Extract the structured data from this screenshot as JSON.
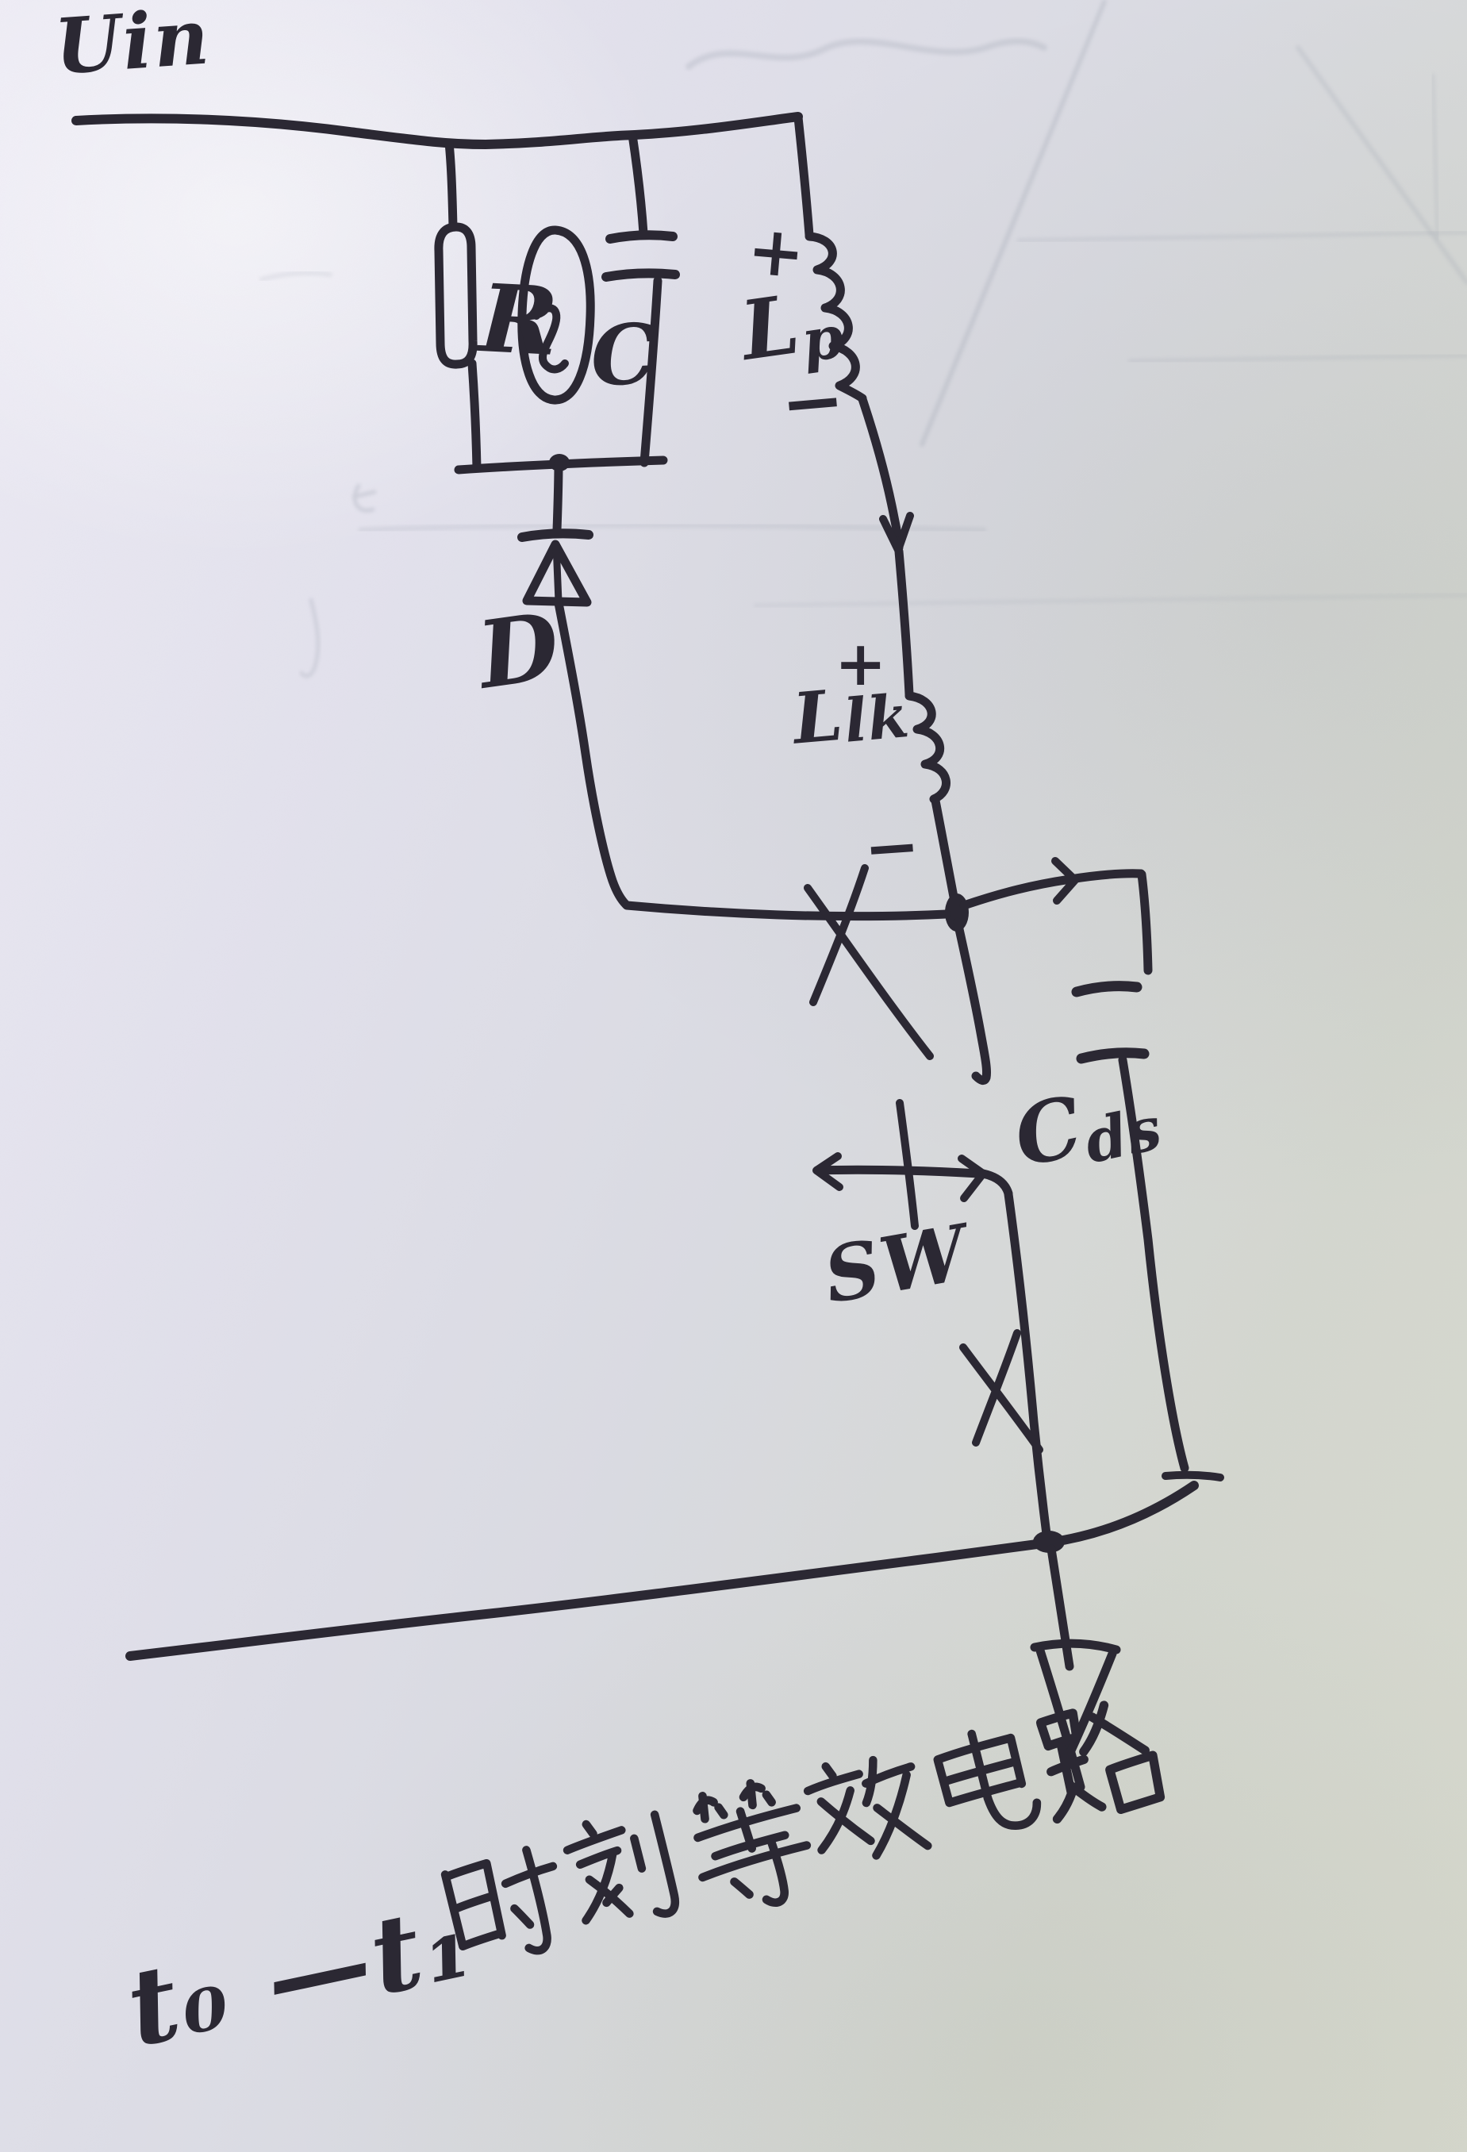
{
  "source": {
    "label": "Uin"
  },
  "components": {
    "resistor": {
      "label": "R"
    },
    "snubber_cap": {
      "label": "C"
    },
    "primary_inductor": {
      "label_base": "L",
      "label_sub": "p",
      "plus": "+",
      "minus": "−"
    },
    "leakage_inductor": {
      "label_base": "L",
      "label_sub": "lk",
      "plus": "+",
      "minus": "−"
    },
    "diode": {
      "label": "D"
    },
    "switch": {
      "label": "SW"
    },
    "drain_source_cap": {
      "label_base": "C",
      "label_sub": "ds"
    }
  },
  "caption": {
    "time_range": "t₀ —t₁",
    "chinese": "时刻等效电路"
  },
  "colors": {
    "ink": "#2b2833",
    "paper_light": "#edebf5",
    "paper_dark": "#d7d9cd",
    "pencil_ghost": "#9aa0ad"
  }
}
